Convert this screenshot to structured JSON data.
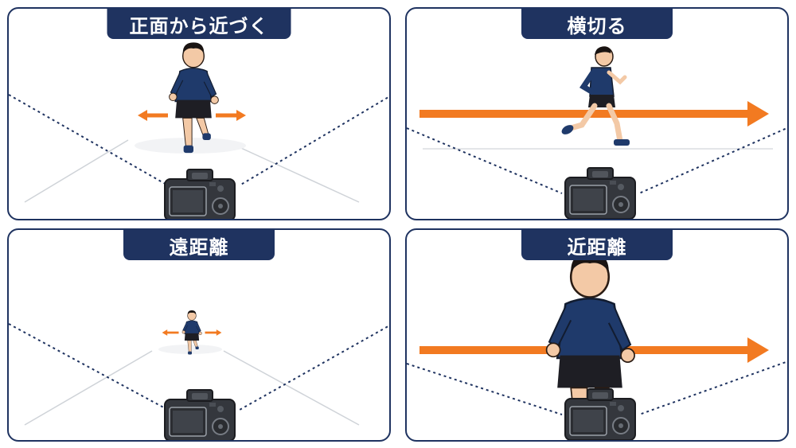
{
  "panels": [
    {
      "title": "正面から近づく",
      "scene": "front-approach",
      "arrow": "side-arrows"
    },
    {
      "title": "横切る",
      "scene": "cross",
      "arrow": "long-arrow-right"
    },
    {
      "title": "遠距離",
      "scene": "far-distance",
      "arrow": "side-arrows"
    },
    {
      "title": "近距離",
      "scene": "close-distance",
      "arrow": "long-arrow-right"
    }
  ],
  "colors": {
    "navy": "#1f3360",
    "arrow": "#f27a21",
    "shirt": "#1f3a6b",
    "shorts": "#1e1e24",
    "camera": "#2f3238"
  }
}
